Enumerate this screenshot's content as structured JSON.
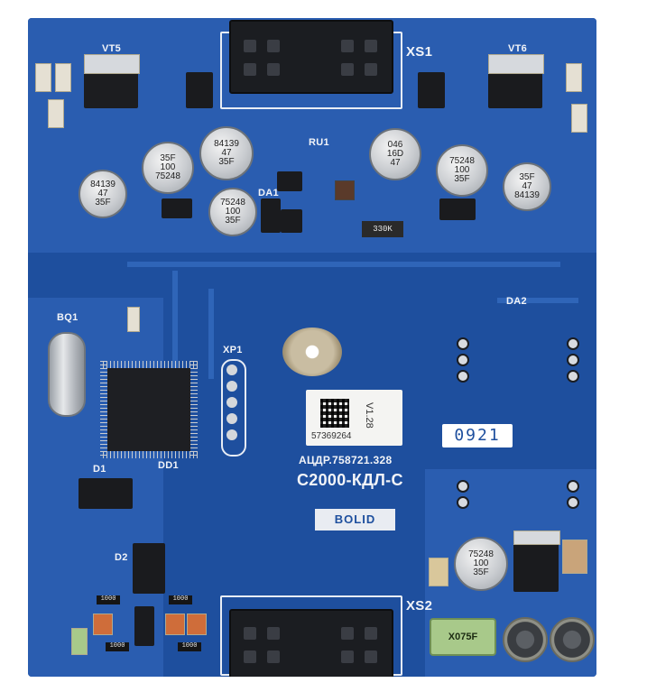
{
  "board": {
    "labels": {
      "vt5": "VT5",
      "vt6": "VT6",
      "xs1": "XS1",
      "xs2": "XS2",
      "ru1": "RU1",
      "da1": "DA1",
      "da2": "DA2",
      "bq1": "BQ1",
      "xp1": "XP1",
      "dd1": "DD1",
      "d1": "D1",
      "d2": "D2"
    },
    "caps": {
      "c1": [
        "84139",
        "47",
        "35F"
      ],
      "c2": [
        "35F",
        "100",
        "75248"
      ],
      "c3": [
        "84139",
        "47",
        "35F"
      ],
      "c4": [
        "75248",
        "100",
        "35F"
      ],
      "c5": [
        "046",
        "16D",
        "47"
      ],
      "c6": [
        "75248",
        "100",
        "35F"
      ],
      "c7": [
        "35F",
        "47",
        "84139"
      ],
      "c8": [
        "75248",
        "100",
        "35F"
      ]
    },
    "resistor_330k": "330K",
    "sticker": {
      "version": "V1.28",
      "serial": "57369264"
    },
    "part_number": "АЦДР.758721.328",
    "model": "С2000-КДЛ-С",
    "brand": "BOLID",
    "display": "0921",
    "fuse": "X075F",
    "resistors": {
      "r1": "1000",
      "r2": "1000",
      "r3": "1000",
      "r4": "1000"
    }
  }
}
